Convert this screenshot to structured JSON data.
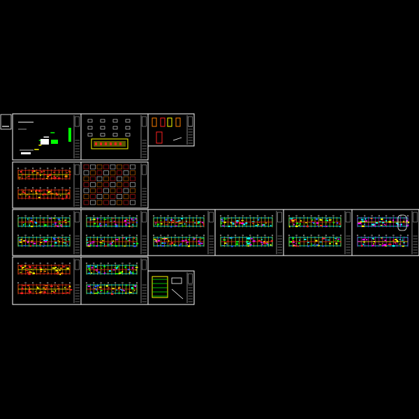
{
  "canvas": {
    "background": "#000000"
  },
  "colors": {
    "frame": "#ffffff",
    "red": "#ff2020",
    "yellow": "#ffff00",
    "green": "#00ff00",
    "cyan": "#00ffff",
    "magenta": "#ff00ff",
    "orange": "#ff8000",
    "blue": "#3050ff",
    "white": "#ffffff"
  },
  "sheets": [
    {
      "id": "legend-sheet",
      "kind": "notes"
    },
    {
      "id": "detail-sheet",
      "kind": "details"
    },
    {
      "id": "column-sheet",
      "kind": "columns"
    },
    {
      "id": "plan-sheet-1",
      "kind": "plan-red"
    },
    {
      "id": "schedule-sheet",
      "kind": "schedule"
    },
    {
      "id": "plan-sheet-2",
      "kind": "plan-mixed"
    },
    {
      "id": "plan-sheet-3",
      "kind": "plan-mixed"
    },
    {
      "id": "plan-sheet-4",
      "kind": "plan-mixed"
    },
    {
      "id": "plan-sheet-5",
      "kind": "plan-mixed"
    },
    {
      "id": "plan-sheet-6",
      "kind": "plan-mixed"
    },
    {
      "id": "plan-sheet-7",
      "kind": "plan-elevation"
    },
    {
      "id": "plan-sheet-8",
      "kind": "plan-red"
    },
    {
      "id": "plan-sheet-9",
      "kind": "plan-mixed"
    },
    {
      "id": "stair-sheet",
      "kind": "stair"
    }
  ]
}
